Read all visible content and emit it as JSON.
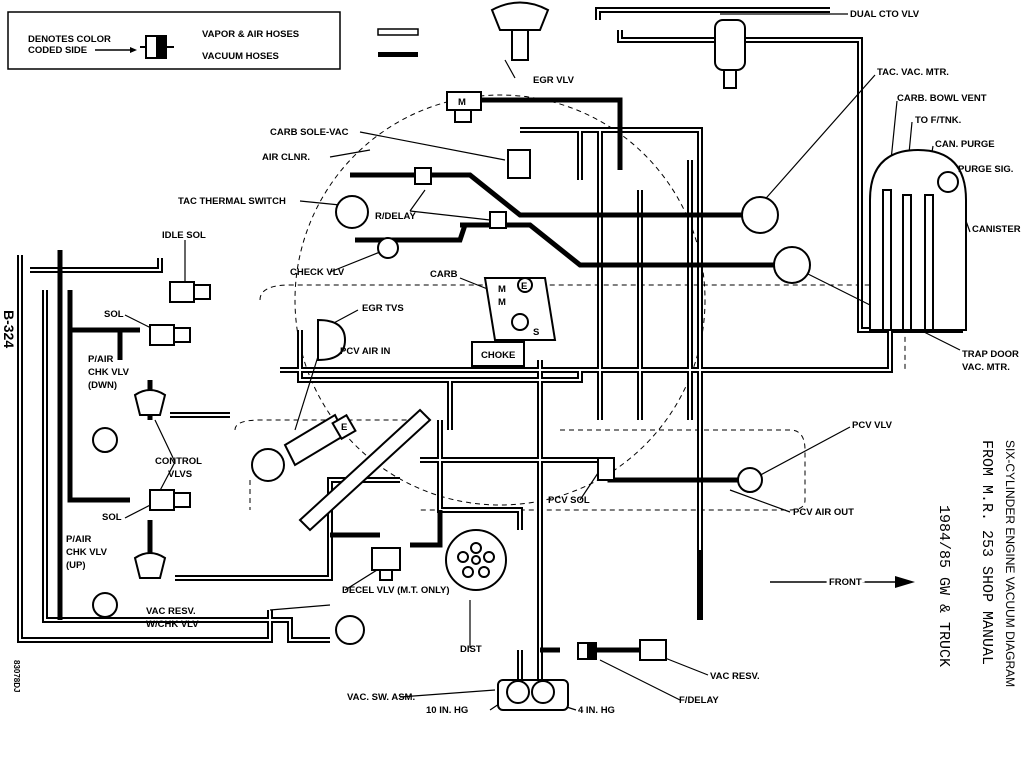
{
  "legend": {
    "color_coded": [
      "DENOTES COLOR",
      "CODED SIDE"
    ],
    "vapor_air": "VAPOR & AIR HOSES",
    "vacuum": "VACUUM HOSES"
  },
  "title": {
    "line1": "SIX-CYLINDER ENGINE VACUUM DIAGRAM",
    "line2": "FROM M.R. 253 SHOP MANUAL",
    "line3": "1984/85 GW & TRUCK"
  },
  "page_code": "B-324",
  "figure_code": "83078DJ",
  "labels": {
    "dual_cto": "DUAL CTO VLV",
    "egr_vlv": "EGR VLV",
    "tac_vac": "TAC. VAC. MTR.",
    "bowl_vent": "CARB. BOWL VENT",
    "to_ftnk": "TO F/TNK.",
    "can_purge": "CAN. PURGE",
    "purge_sig": "PURGE SIG.",
    "carb_sole": "CARB SOLE-VAC",
    "air_clnr": "AIR CLNR.",
    "tac_switch": "TAC THERMAL SWITCH",
    "rdelay": "R/DELAY",
    "canister": "CANISTER",
    "idle_sol": "IDLE SOL",
    "check_vlv": "CHECK VLV",
    "carb": "CARB",
    "sol1": "SOL",
    "egr_tvs": "EGR TVS",
    "pair_dwn": [
      "P/AIR",
      "CHK VLV",
      "(DWN)"
    ],
    "pcv_air_in": "PCV AIR IN",
    "choke": "CHOKE",
    "trap_door": [
      "TRAP DOOR",
      "VAC. MTR."
    ],
    "pcv_vlv": "PCV VLV",
    "control_vlvs": [
      "CONTROL",
      "VLVS"
    ],
    "sol2": "SOL",
    "pcv_sol": "PCV SOL",
    "pcv_air_out": "PCV AIR OUT",
    "pair_up": [
      "P/AIR",
      "CHK VLV",
      "(UP)"
    ],
    "decel": "DECEL VLV (M.T. ONLY)",
    "front": "FRONT",
    "vac_resv_chk": [
      "VAC  RESV.",
      "W/CHK VLV"
    ],
    "dist": "DIST",
    "vac_sw": "VAC. SW. ASM.",
    "vac_resv": "VAC RESV.",
    "fdelay": "F/DELAY",
    "in10": "10 IN. HG",
    "in4": "4 IN. HG",
    "carb_m1": "M",
    "carb_m2": "M",
    "carb_e": "E",
    "carb_s": "S",
    "pcv_e": "E"
  }
}
